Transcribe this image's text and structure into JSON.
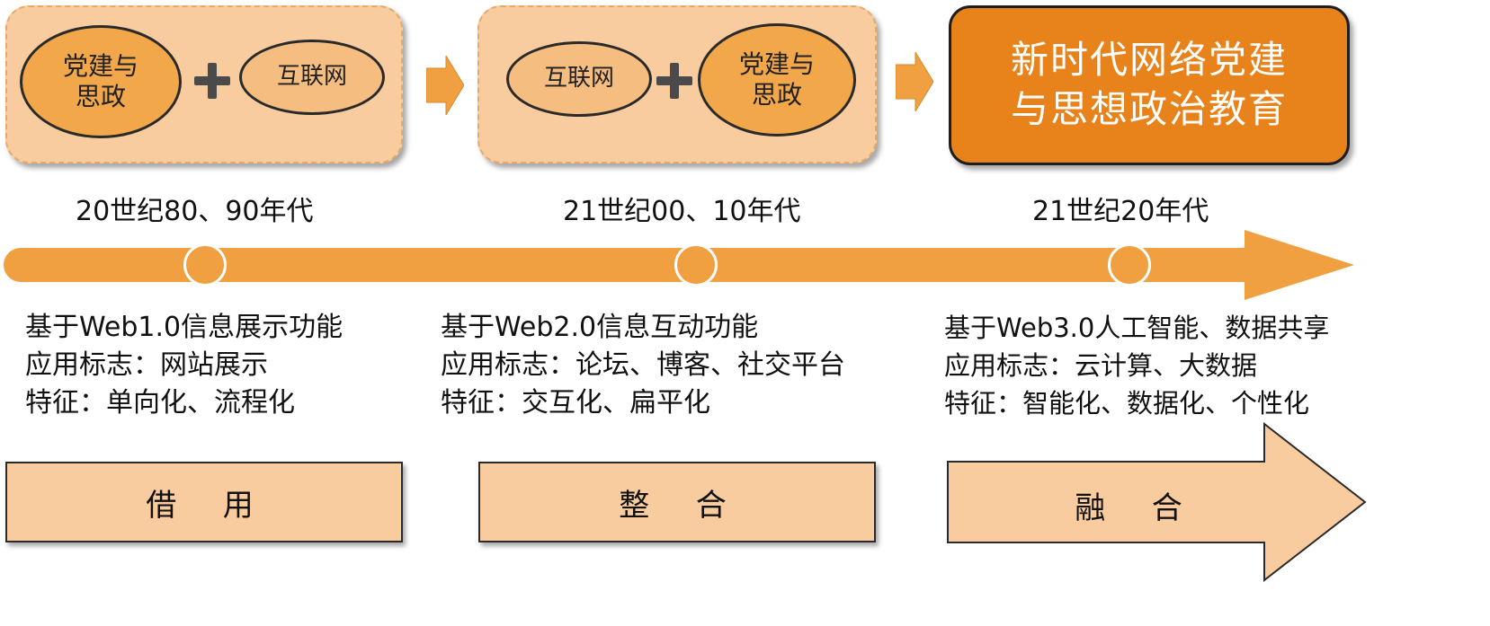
{
  "stage1": {
    "left_ellipse": "党建与\n思政",
    "right_ellipse": "互联网",
    "era": "20世纪80、90年代",
    "desc": [
      "基于Web1.0信息展示功能",
      "应用标志：网站展示",
      "特征：单向化、流程化"
    ],
    "mode": "借  用"
  },
  "stage2": {
    "left_ellipse": "互联网",
    "right_ellipse": "党建与\n思政",
    "era": "21世纪00、10年代",
    "desc": [
      "基于Web2.0信息互动功能",
      "应用标志：论坛、博客、社交平台",
      "特征：交互化、扁平化"
    ],
    "mode": "整  合"
  },
  "stage3": {
    "result": "新时代网络党建\n与思想政治教育",
    "era": "21世纪20年代",
    "desc": [
      "基于Web3.0人工智能、数据共享",
      "应用标志：云计算、大数据",
      "特征：智能化、数据化、个性化"
    ],
    "mode": "融  合"
  },
  "colors": {
    "panel": "#f8cc9e",
    "ellipse": "#f2a84a",
    "accent": "#e8821a",
    "timeline": "#f0a040"
  }
}
